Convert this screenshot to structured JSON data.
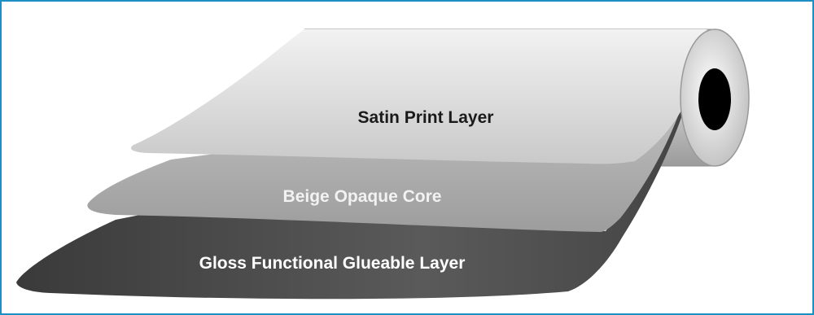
{
  "layers": [
    {
      "label": "Satin Print Layer",
      "label_color": "#1a1a1a",
      "fill_top": "#ececec",
      "fill_bottom": "#cfcfcf"
    },
    {
      "label": "Beige Opaque Core",
      "label_color": "#f2f2f2",
      "fill_top": "#bdbdbd",
      "fill_bottom": "#9a9a9a"
    },
    {
      "label": "Gloss Functional Glueable Layer",
      "label_color": "#ffffff",
      "fill_top": "#5a5a5a",
      "fill_bottom": "#3c3c3c"
    }
  ],
  "colors": {
    "frame_border": "#1c8fc4",
    "roll_body": "#dcdcdc",
    "roll_core": "#000000"
  }
}
